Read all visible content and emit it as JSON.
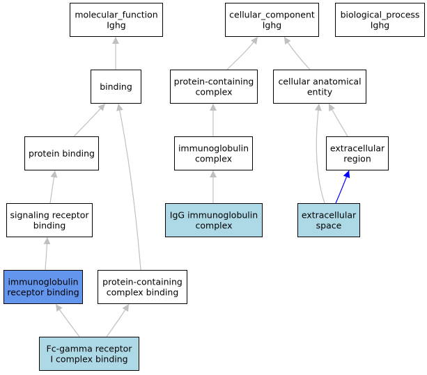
{
  "colors": {
    "default_fill": "#ffffff",
    "highlight_fill": "#add8e6",
    "focus_fill": "#6495ed",
    "edge_gray": "#c0c0c0",
    "edge_blue": "#0000ff",
    "border": "#000000"
  },
  "nodes": [
    {
      "id": "molecular_function",
      "lines": [
        "molecular_function",
        "Ighg"
      ],
      "fill": "default"
    },
    {
      "id": "binding",
      "lines": [
        "binding"
      ],
      "fill": "default"
    },
    {
      "id": "protein_binding",
      "lines": [
        "protein binding"
      ],
      "fill": "default"
    },
    {
      "id": "signaling_receptor_binding",
      "lines": [
        "signaling receptor",
        "binding"
      ],
      "fill": "default"
    },
    {
      "id": "immunoglobulin_receptor_binding",
      "lines": [
        "immunoglobulin",
        "receptor binding"
      ],
      "fill": "focus"
    },
    {
      "id": "protein_containing_complex_binding",
      "lines": [
        "protein-containing",
        "complex binding"
      ],
      "fill": "default"
    },
    {
      "id": "fc_gamma_receptor_binding",
      "lines": [
        "Fc-gamma receptor",
        "I complex binding"
      ],
      "fill": "highlight"
    },
    {
      "id": "cellular_component",
      "lines": [
        "cellular_component",
        "Ighg"
      ],
      "fill": "default"
    },
    {
      "id": "protein_containing_complex",
      "lines": [
        "protein-containing",
        "complex"
      ],
      "fill": "default"
    },
    {
      "id": "immunoglobulin_complex",
      "lines": [
        "immunoglobulin",
        "complex"
      ],
      "fill": "default"
    },
    {
      "id": "igg_immunoglobulin_complex",
      "lines": [
        "IgG immunoglobulin",
        "complex"
      ],
      "fill": "highlight"
    },
    {
      "id": "cellular_anatomical_entity",
      "lines": [
        "cellular anatomical",
        "entity"
      ],
      "fill": "default"
    },
    {
      "id": "extracellular_region",
      "lines": [
        "extracellular",
        "region"
      ],
      "fill": "default"
    },
    {
      "id": "extracellular_space",
      "lines": [
        "extracellular",
        "space"
      ],
      "fill": "highlight"
    },
    {
      "id": "biological_process",
      "lines": [
        "biological_process",
        "Ighg"
      ],
      "fill": "default"
    }
  ],
  "edges": [
    {
      "from": "binding",
      "to": "molecular_function",
      "color": "gray"
    },
    {
      "from": "protein_binding",
      "to": "binding",
      "color": "gray"
    },
    {
      "from": "signaling_receptor_binding",
      "to": "protein_binding",
      "color": "gray"
    },
    {
      "from": "immunoglobulin_receptor_binding",
      "to": "signaling_receptor_binding",
      "color": "gray"
    },
    {
      "from": "fc_gamma_receptor_binding",
      "to": "immunoglobulin_receptor_binding",
      "color": "gray"
    },
    {
      "from": "fc_gamma_receptor_binding",
      "to": "protein_containing_complex_binding",
      "color": "gray"
    },
    {
      "from": "protein_containing_complex_binding",
      "to": "binding",
      "color": "gray"
    },
    {
      "from": "protein_containing_complex",
      "to": "cellular_component",
      "color": "gray"
    },
    {
      "from": "cellular_anatomical_entity",
      "to": "cellular_component",
      "color": "gray"
    },
    {
      "from": "immunoglobulin_complex",
      "to": "protein_containing_complex",
      "color": "gray"
    },
    {
      "from": "igg_immunoglobulin_complex",
      "to": "immunoglobulin_complex",
      "color": "gray"
    },
    {
      "from": "extracellular_region",
      "to": "cellular_anatomical_entity",
      "color": "gray"
    },
    {
      "from": "extracellular_space",
      "to": "cellular_anatomical_entity",
      "color": "gray"
    },
    {
      "from": "extracellular_space",
      "to": "extracellular_region",
      "color": "blue"
    }
  ]
}
